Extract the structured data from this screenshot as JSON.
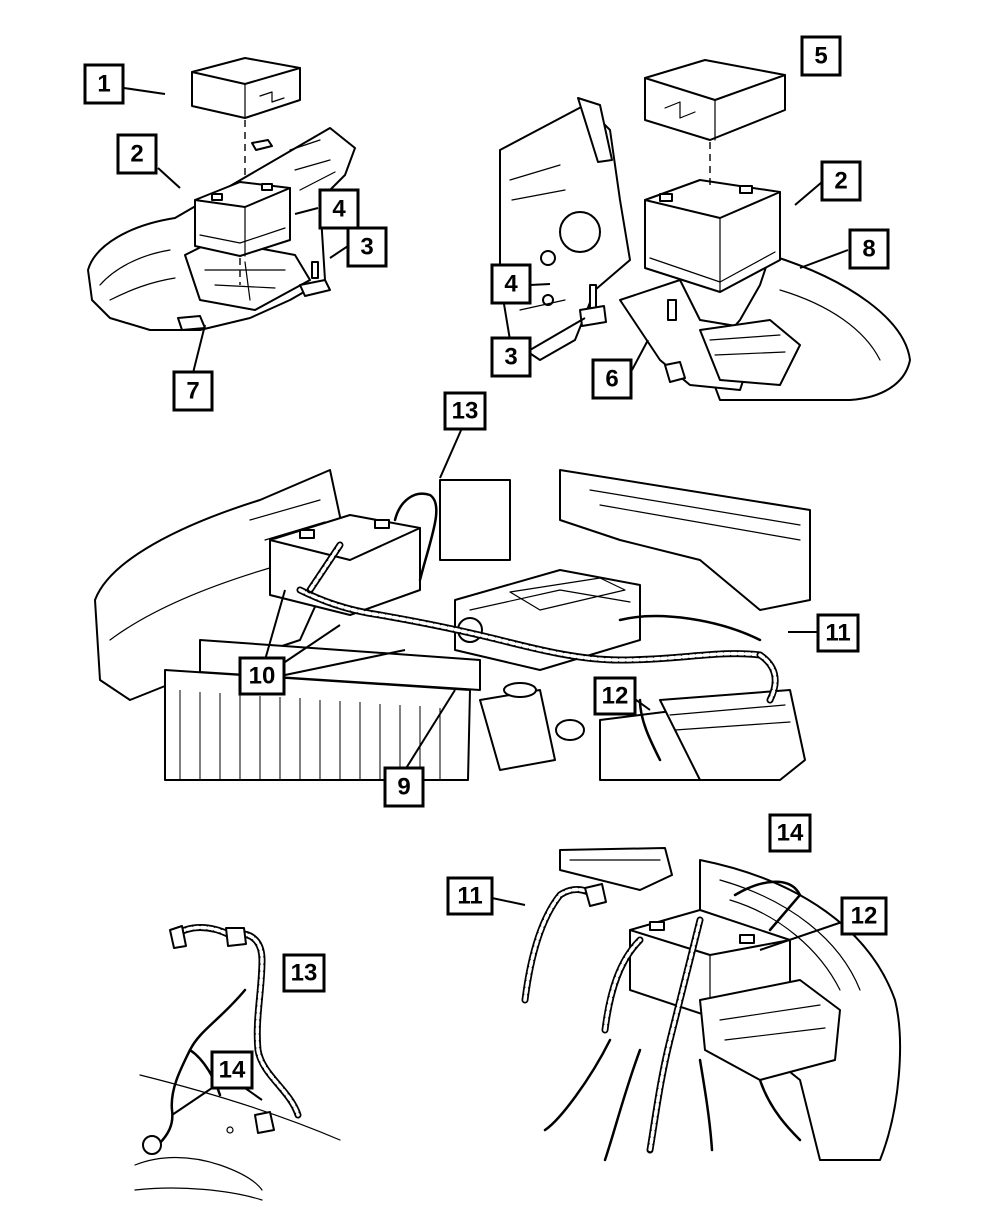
{
  "callouts": {
    "c1": "1",
    "c2a": "2",
    "c4a": "4",
    "c3a": "3",
    "c7": "7",
    "c5": "5",
    "c2b": "2",
    "c8": "8",
    "c4b": "4",
    "c3b": "3",
    "c6": "6",
    "c13a": "13",
    "c11a": "11",
    "c10": "10",
    "c12a": "12",
    "c9": "9",
    "c14a": "14",
    "c13b": "13",
    "c14b": "14",
    "c11b": "11",
    "c12b": "12"
  }
}
